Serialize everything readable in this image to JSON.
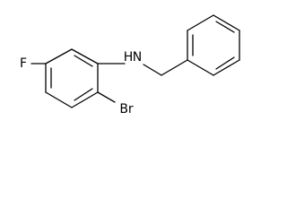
{
  "molecule": {
    "atoms": {
      "fluorine": "F",
      "amine": "H",
      "amine_n": "N",
      "bromine": "Br"
    }
  }
}
